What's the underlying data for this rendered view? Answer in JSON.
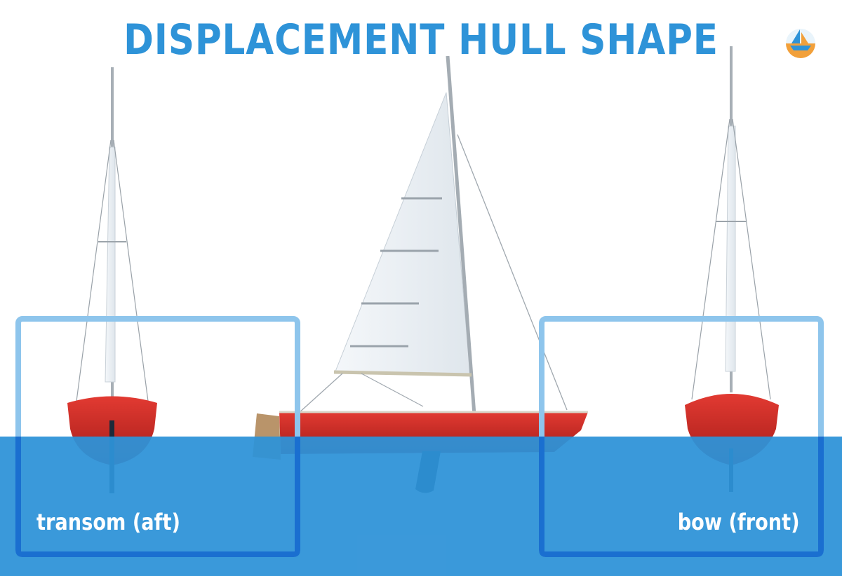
{
  "title": "DISPLACEMENT HULL SHAPE",
  "labels": {
    "left": "transom (aft)",
    "right": "bow (front)"
  },
  "colors": {
    "title": "#2e93d8",
    "water": "#2e93d8",
    "hull": "#d62a24",
    "frame": "#8ec5ec",
    "frame_submerged": "#1a6fd0",
    "sail": "#e9eef3"
  },
  "icons": {
    "logo": "sailboat-logo-icon"
  }
}
